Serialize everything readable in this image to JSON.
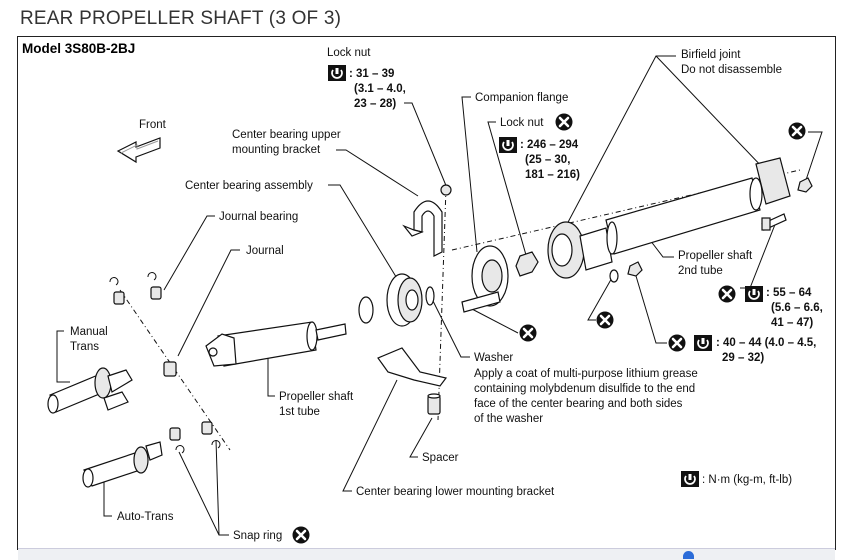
{
  "page_title": "REAR PROPELLER SHAFT (3 OF 3)",
  "model": "Model 3S80B-2BJ",
  "front_label": "Front",
  "labels": {
    "lock_nut_top": "Lock nut",
    "torque_top_1": ": 31 – 39",
    "torque_top_2": "(3.1 – 4.0,",
    "torque_top_3": "23 – 28)",
    "birfield_1": "Birfield joint",
    "birfield_2": "Do not disassemble",
    "companion_flange": "Companion flange",
    "lock_nut_mid": "Lock nut",
    "torque_mid_1": ": 246 – 294",
    "torque_mid_2": "(25 – 30,",
    "torque_mid_3": "181 – 216)",
    "cb_upper_1": "Center bearing upper",
    "cb_upper_2": "mounting bracket",
    "cb_assembly": "Center bearing assembly",
    "journal_bearing": "Journal bearing",
    "journal": "Journal",
    "manual_trans_1": "Manual",
    "manual_trans_2": "Trans",
    "shaft2_1": "Propeller shaft",
    "shaft2_2": "2nd tube",
    "torque_r1_1": ": 55 – 64",
    "torque_r1_2": "(5.6 – 6.6,",
    "torque_r1_3": "41 – 47)",
    "torque_r2_1": ": 40 – 44 (4.0 – 4.5,",
    "torque_r2_2": "29 – 32)",
    "shaft1_1": "Propeller shaft",
    "shaft1_2": "1st tube",
    "washer": "Washer",
    "note_1": "Apply a coat of multi-purpose lithium grease",
    "note_2": "containing molybdenum disulfide to the end",
    "note_3": "face of the center bearing and both sides",
    "note_4": "of the washer",
    "spacer": "Spacer",
    "legend_units": ": N·m (kg-m, ft-lb)",
    "cb_lower": "Center bearing lower mounting bracket",
    "auto_trans": "Auto-Trans",
    "snap_ring": "Snap ring"
  },
  "icons": [
    "torque-wrench-icon",
    "do-not-reuse-icon",
    "front-arrow-icon"
  ]
}
